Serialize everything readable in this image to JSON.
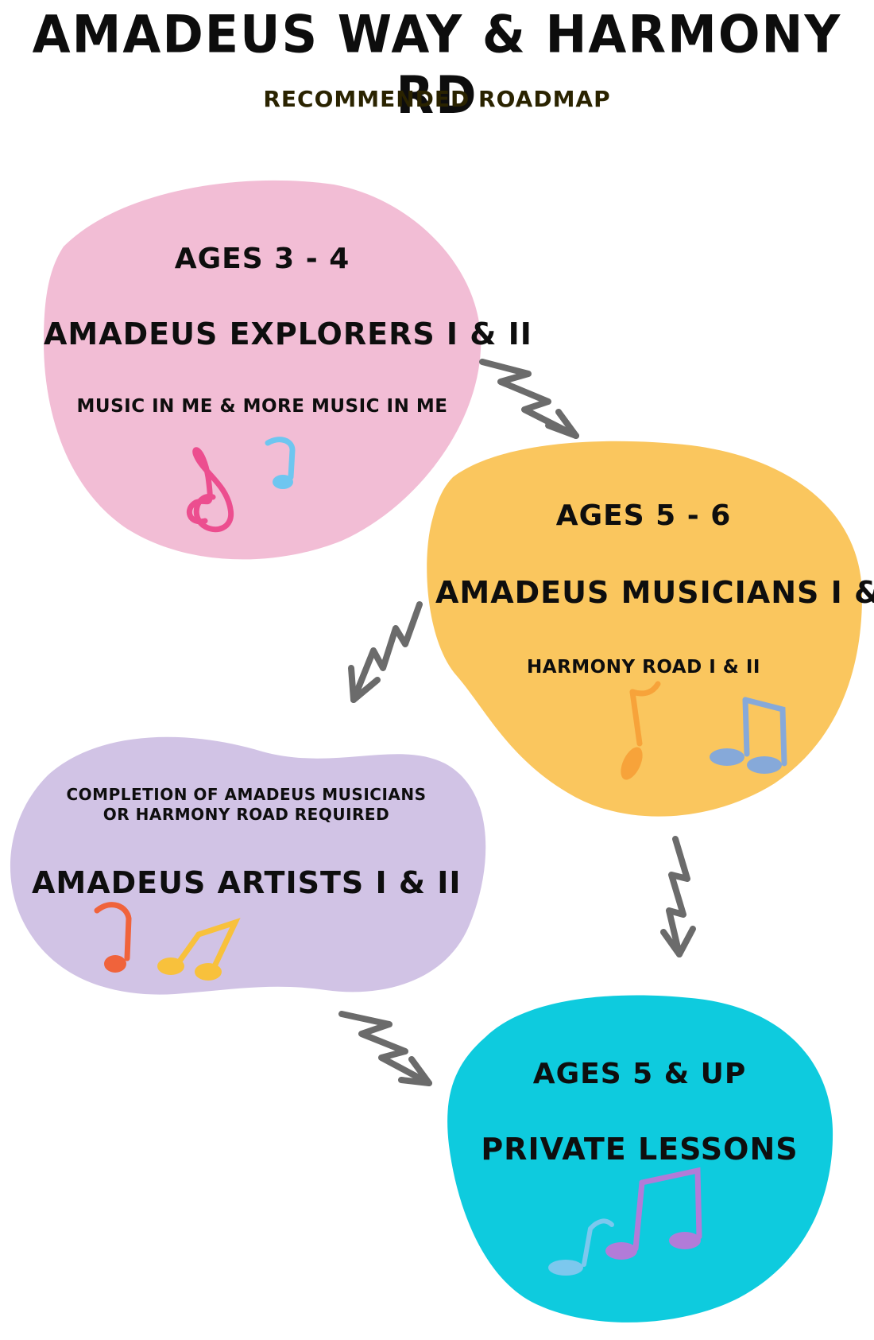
{
  "header": {
    "title": "AMADEUS WAY & HARMONY RD",
    "subtitle": "RECOMMENDED ROADMAP"
  },
  "stages": {
    "explorers": {
      "ages": "AGES 3 - 4",
      "program": "AMADEUS EXPLORERS I & II",
      "detail": "MUSIC IN ME & MORE MUSIC IN ME",
      "color": "#F2BDD5"
    },
    "musicians": {
      "ages": "AGES 5 - 6",
      "program": "AMADEUS MUSICIANS I & II",
      "detail": "HARMONY ROAD I & II",
      "color": "#FAC65E"
    },
    "artists": {
      "requirement_line1": "COMPLETION OF AMADEUS MUSICIANS",
      "requirement_line2": "OR HARMONY ROAD REQUIRED",
      "program": "AMADEUS ARTISTS I & II",
      "color": "#D1C3E5"
    },
    "private": {
      "ages": "AGES 5 & UP",
      "program": "PRIVATE LESSONS",
      "color": "#0ECBDE"
    }
  },
  "decorations": {
    "explorers_icons": [
      "treble-clef-icon",
      "eighth-note-icon"
    ],
    "musicians_icons": [
      "quarter-note-icon",
      "beamed-notes-icon"
    ],
    "artists_icons": [
      "eighth-note-icon",
      "beamed-notes-icon"
    ],
    "private_icons": [
      "eighth-note-icon",
      "beamed-notes-icon"
    ],
    "note_colors": {
      "pink": "#EC4E8F",
      "light_blue": "#6EC6F0",
      "orange": "#F7A33A",
      "steel_blue": "#86A9D9",
      "red_orange": "#F0633B",
      "yellow": "#F8C13C",
      "pale_blue": "#7CC8EE",
      "purple": "#B27BD8"
    },
    "arrow_color": "#6B6B6B",
    "arrows": [
      "explorers-to-musicians",
      "musicians-to-artists",
      "musicians-to-private",
      "artists-to-private"
    ]
  }
}
